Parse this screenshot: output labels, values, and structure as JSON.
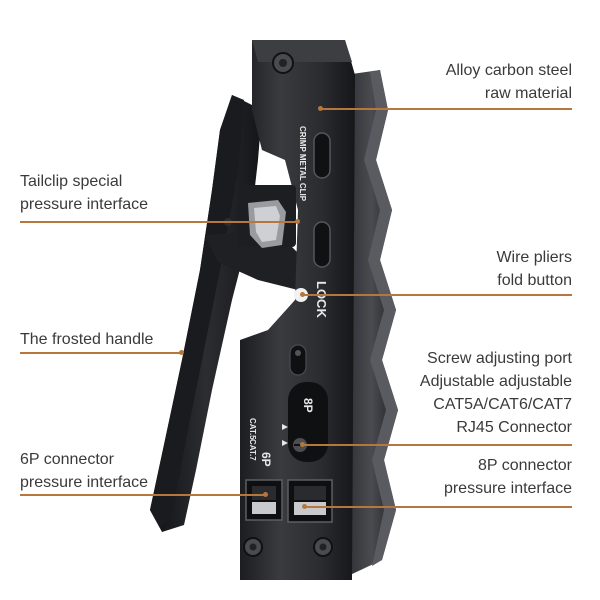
{
  "callouts": {
    "alloy": [
      "Alloy carbon steel",
      "raw material"
    ],
    "tailclip": [
      "Tailclip special",
      "pressure interface"
    ],
    "fold": [
      "Wire pliers",
      "fold button"
    ],
    "handle": [
      "The frosted handle"
    ],
    "screw": [
      "Screw adjusting port",
      "Adjustable adjustable",
      "CAT5A/CAT6/CAT7",
      "RJ45 Connector"
    ],
    "p6": [
      "6P connector",
      "pressure interface"
    ],
    "p8": [
      "8P connector",
      "pressure interface"
    ]
  },
  "tool_labels": {
    "crimp": "CRIMP METAL CLIP",
    "lock": "LOCK",
    "p8": "8P",
    "p6": "6P",
    "cat5": "CAT.5",
    "cat7": "CAT.7"
  },
  "colors": {
    "leader": "#b5773c",
    "text": "#3a3a3a",
    "tool_body": "#2a2b2e",
    "tool_dark": "#16171a"
  }
}
